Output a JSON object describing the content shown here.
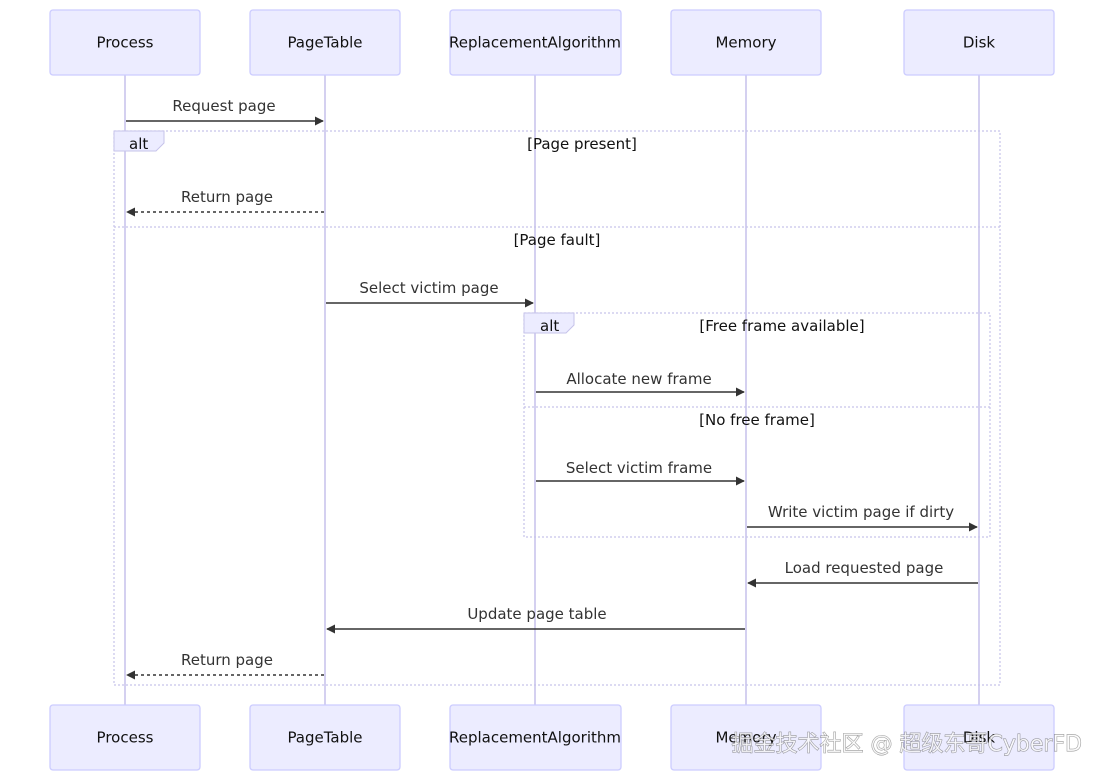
{
  "participants": [
    {
      "id": "process",
      "name": "Process"
    },
    {
      "id": "pagetable",
      "name": "PageTable"
    },
    {
      "id": "replacement",
      "name": "ReplacementAlgorithm"
    },
    {
      "id": "memory",
      "name": "Memory"
    },
    {
      "id": "disk",
      "name": "Disk"
    }
  ],
  "messages": [
    {
      "id": "m1",
      "from": "process",
      "to": "pagetable",
      "label": "Request page",
      "style": "solid"
    },
    {
      "id": "m2",
      "from": "pagetable",
      "to": "process",
      "label": "Return page",
      "style": "dashed"
    },
    {
      "id": "m3",
      "from": "pagetable",
      "to": "replacement",
      "label": "Select victim page",
      "style": "solid"
    },
    {
      "id": "m4",
      "from": "replacement",
      "to": "memory",
      "label": "Allocate new frame",
      "style": "solid"
    },
    {
      "id": "m5",
      "from": "replacement",
      "to": "memory",
      "label": "Select victim frame",
      "style": "solid"
    },
    {
      "id": "m6",
      "from": "memory",
      "to": "disk",
      "label": "Write victim page if dirty",
      "style": "solid"
    },
    {
      "id": "m7",
      "from": "disk",
      "to": "memory",
      "label": "Load requested page",
      "style": "solid"
    },
    {
      "id": "m8",
      "from": "memory",
      "to": "pagetable",
      "label": "Update page table",
      "style": "solid"
    },
    {
      "id": "m9",
      "from": "pagetable",
      "to": "process",
      "label": "Return page",
      "style": "dashed"
    }
  ],
  "frames": {
    "outer": {
      "keyword": "alt",
      "condition": "[Page present]",
      "else_condition": "[Page fault]"
    },
    "inner": {
      "keyword": "alt",
      "condition": "[Free frame available]",
      "else_condition": "[No free frame]"
    }
  },
  "watermark": "掘金技术社区 @ 超级东哥CyberFD",
  "colors": {
    "actor_fill": "#ECECFF",
    "actor_border": "#CCCCFF",
    "lifeline": "#C9C5EC",
    "arrow": "#333333",
    "frame_border": "#C6C3EA"
  }
}
